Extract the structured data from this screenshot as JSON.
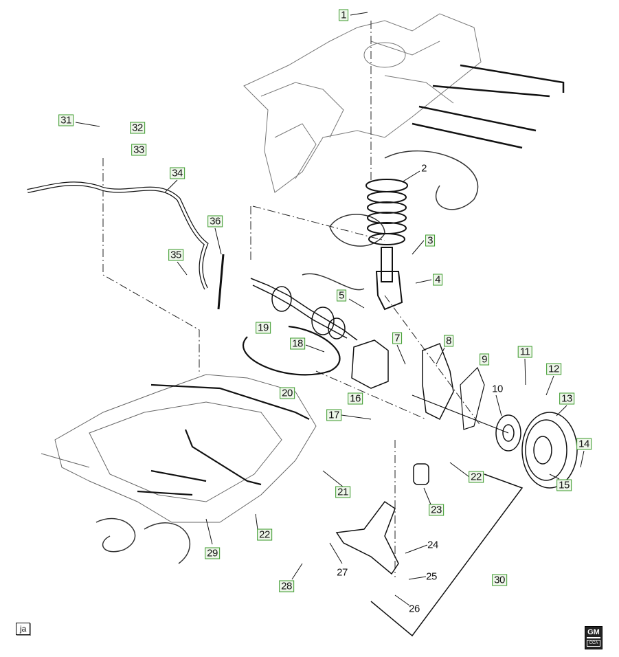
{
  "callouts": [
    {
      "id": "c1",
      "text": "1",
      "boxed": true
    },
    {
      "id": "c2",
      "text": "2",
      "boxed": false
    },
    {
      "id": "c3",
      "text": "3",
      "boxed": true
    },
    {
      "id": "c4",
      "text": "4",
      "boxed": true
    },
    {
      "id": "c5",
      "text": "5",
      "boxed": true
    },
    {
      "id": "c7",
      "text": "7",
      "boxed": true
    },
    {
      "id": "c8",
      "text": "8",
      "boxed": true
    },
    {
      "id": "c9",
      "text": "9",
      "boxed": true
    },
    {
      "id": "c10",
      "text": "10",
      "boxed": false
    },
    {
      "id": "c11",
      "text": "11",
      "boxed": true
    },
    {
      "id": "c12",
      "text": "12",
      "boxed": true
    },
    {
      "id": "c13",
      "text": "13",
      "boxed": true
    },
    {
      "id": "c14",
      "text": "14",
      "boxed": true
    },
    {
      "id": "c15",
      "text": "15",
      "boxed": true
    },
    {
      "id": "c16",
      "text": "16",
      "boxed": true
    },
    {
      "id": "c17",
      "text": "17",
      "boxed": true
    },
    {
      "id": "c18",
      "text": "18",
      "boxed": true
    },
    {
      "id": "c19",
      "text": "19",
      "boxed": true
    },
    {
      "id": "c20",
      "text": "20",
      "boxed": true
    },
    {
      "id": "c21",
      "text": "21",
      "boxed": true
    },
    {
      "id": "c22a",
      "text": "22",
      "boxed": true
    },
    {
      "id": "c22b",
      "text": "22",
      "boxed": true
    },
    {
      "id": "c23",
      "text": "23",
      "boxed": true
    },
    {
      "id": "c24",
      "text": "24",
      "boxed": false
    },
    {
      "id": "c25",
      "text": "25",
      "boxed": false
    },
    {
      "id": "c26",
      "text": "26",
      "boxed": false
    },
    {
      "id": "c27",
      "text": "27",
      "boxed": false
    },
    {
      "id": "c28",
      "text": "28",
      "boxed": true
    },
    {
      "id": "c29",
      "text": "29",
      "boxed": true
    },
    {
      "id": "c30",
      "text": "30",
      "boxed": true
    },
    {
      "id": "c31",
      "text": "31",
      "boxed": true
    },
    {
      "id": "c32",
      "text": "32",
      "boxed": true
    },
    {
      "id": "c33",
      "text": "33",
      "boxed": true
    },
    {
      "id": "c34",
      "text": "34",
      "boxed": true
    },
    {
      "id": "c35",
      "text": "35",
      "boxed": true
    },
    {
      "id": "c36",
      "text": "36",
      "boxed": true
    }
  ],
  "corner_label": "ja",
  "logo": {
    "top": "GM",
    "bottom": "CCA"
  },
  "colors": {
    "callout_border": "#3a9a2a",
    "callout_fill": "#eef6ea",
    "line": "#111111"
  }
}
